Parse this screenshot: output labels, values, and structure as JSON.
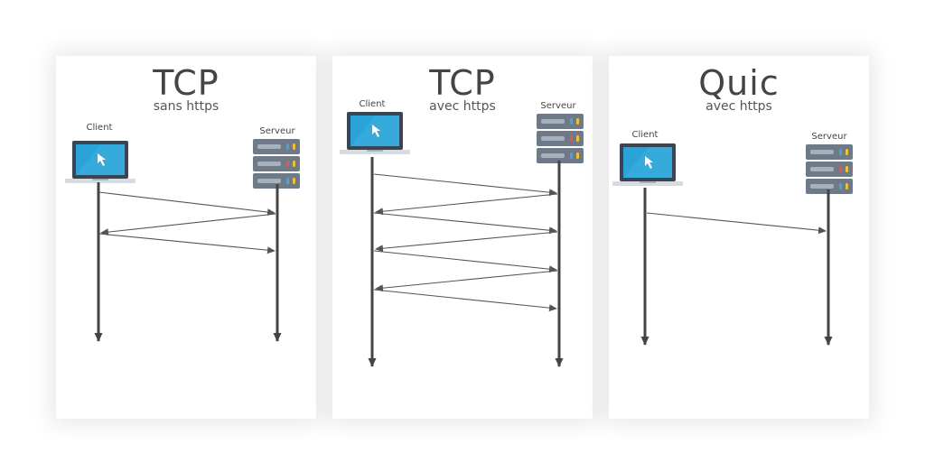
{
  "panels": [
    {
      "title": "TCP",
      "subtitle": "sans https",
      "client_label": "Client",
      "server_label": "Serveur"
    },
    {
      "title": "TCP",
      "subtitle": "avec https",
      "client_label": "Client",
      "server_label": "Serveur"
    },
    {
      "title": "Quic",
      "subtitle": "avec https",
      "client_label": "Client",
      "server_label": "Serveur"
    }
  ],
  "icons": {
    "client": "laptop-icon",
    "server": "server-rack-icon"
  },
  "colors": {
    "title": "#444444",
    "arrow": "#555555",
    "lifeline": "#444444",
    "screen": "#29a3d8",
    "server_body": "#6e7a87",
    "server_led_blue": "#4aa3df",
    "server_led_red": "#e8525b",
    "server_led_yellow": "#f2c12e"
  }
}
